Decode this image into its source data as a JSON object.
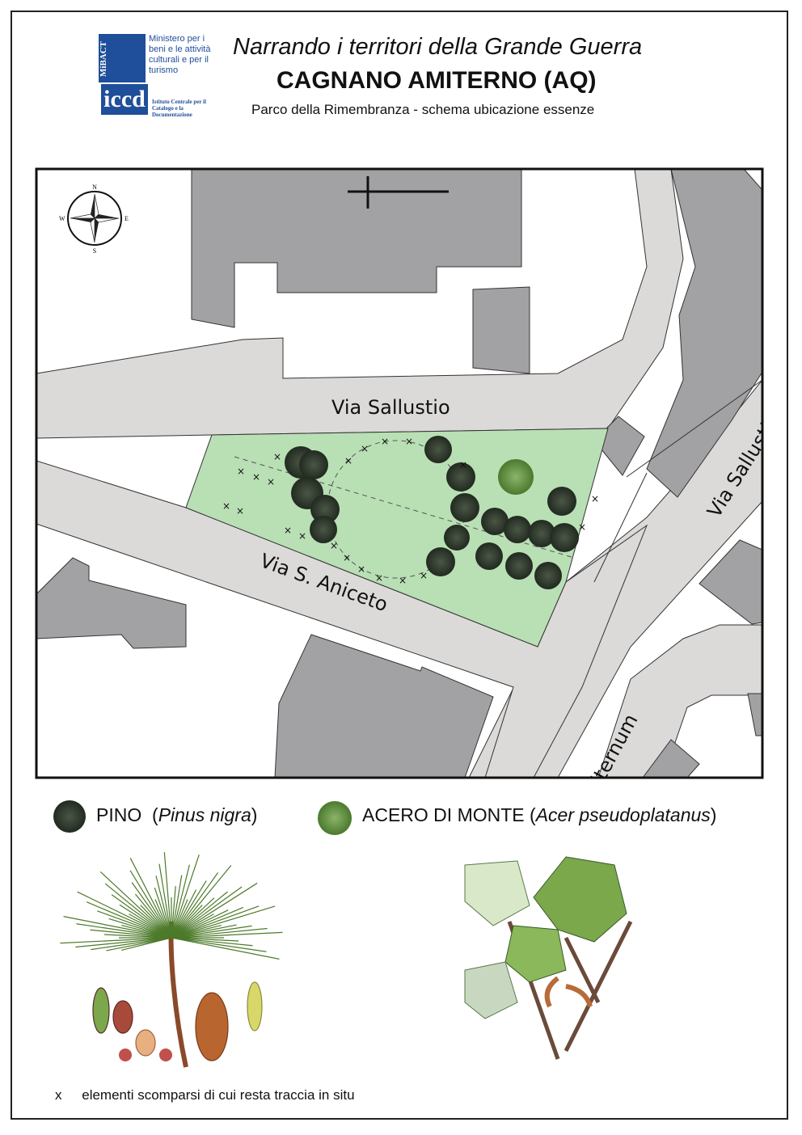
{
  "header": {
    "ministry_logo_text": "MiBACT",
    "ministry_name": "Ministero per i beni e le attività culturali e per il turismo",
    "iccd_logo": "iccd",
    "iccd_name": "Istituto Centrale per il Catalogo e la Documentazione",
    "title": "Narrando i territori della Grande Guerra",
    "place": "CAGNANO AMITERNO (AQ)",
    "subtitle": "Parco della Rimembranza - schema ubicazione essenze"
  },
  "map": {
    "compass": {
      "n": "N",
      "s": "S",
      "e": "E",
      "w": "W"
    },
    "streets": {
      "sallustio": "Via Sallustio",
      "aniceto": "Via S. Aniceto",
      "sallustio_right": "Via Sallusti",
      "amiternum": "iternum"
    },
    "colors": {
      "park": "#b9dfb5",
      "road": "#dcdad9",
      "building": "#a2a2a4",
      "pine": "#2f3a2c",
      "maple": "#5d8a3c"
    }
  },
  "legend": {
    "pine_label": "PINO",
    "pine_latin": "Pinus nigra",
    "maple_label": "ACERO DI MONTE",
    "maple_latin": "Acer pseudoplatanus"
  },
  "footnote": {
    "symbol": "x",
    "text": "elementi scomparsi di cui resta traccia in situ"
  }
}
